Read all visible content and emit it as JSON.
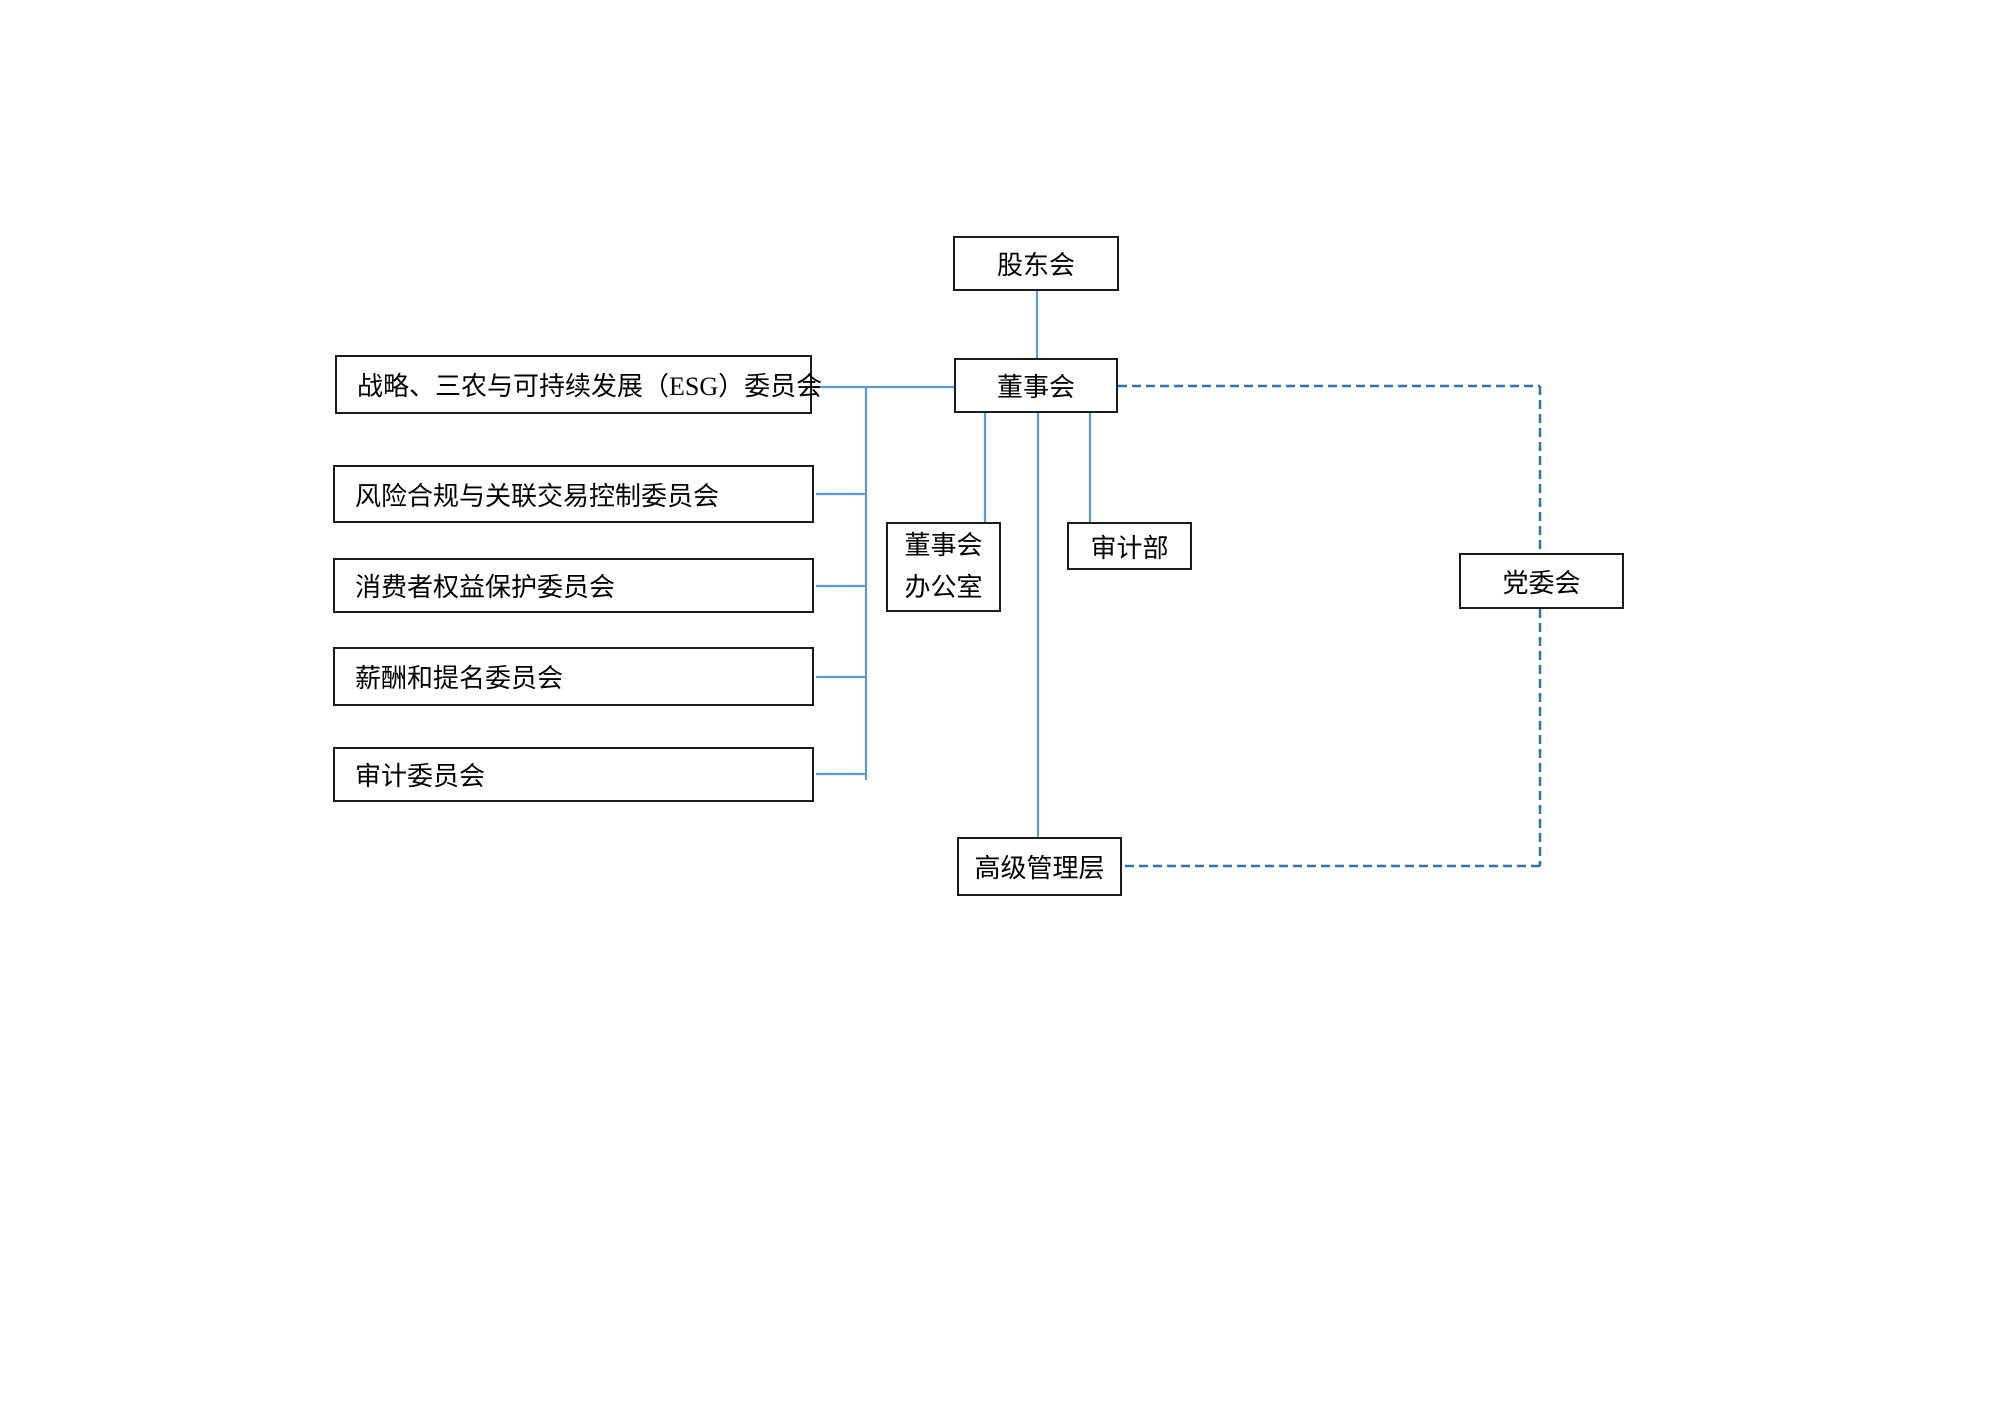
{
  "diagram_type": "org-chart",
  "colors": {
    "solid_line": "#5B9BD5",
    "dashed_line": "#2E75B6",
    "box_border": "#1c1c1c",
    "box_fill": "#ffffff",
    "text": "#000000",
    "background": "#ffffff"
  },
  "nodes": {
    "shareholders": {
      "label": "股东会"
    },
    "board": {
      "label": "董事会"
    },
    "committee_esg": {
      "label": "战略、三农与可持续发展（ESG）委员会"
    },
    "committee_risk": {
      "label": "风险合规与关联交易控制委员会"
    },
    "committee_consumer": {
      "label": "消费者权益保护委员会"
    },
    "committee_compensation": {
      "label": "薪酬和提名委员会"
    },
    "committee_audit": {
      "label": "审计委员会"
    },
    "board_office": {
      "label_line1": "董事会",
      "label_line2": "办公室"
    },
    "audit_dept": {
      "label": "审计部"
    },
    "party_committee": {
      "label": "党委会"
    },
    "senior_management": {
      "label": "高级管理层"
    }
  },
  "edges": [
    {
      "from": "股东会",
      "to": "董事会",
      "style": "solid"
    },
    {
      "from": "董事会",
      "to": "战略、三农与可持续发展（ESG）委员会",
      "style": "solid"
    },
    {
      "from": "董事会",
      "to": "风险合规与关联交易控制委员会",
      "style": "solid"
    },
    {
      "from": "董事会",
      "to": "消费者权益保护委员会",
      "style": "solid"
    },
    {
      "from": "董事会",
      "to": "薪酬和提名委员会",
      "style": "solid"
    },
    {
      "from": "董事会",
      "to": "审计委员会",
      "style": "solid"
    },
    {
      "from": "董事会",
      "to": "董事会办公室",
      "style": "solid"
    },
    {
      "from": "董事会",
      "to": "审计部",
      "style": "solid"
    },
    {
      "from": "董事会",
      "to": "高级管理层",
      "style": "solid"
    },
    {
      "from": "董事会",
      "to": "党委会",
      "style": "dashed"
    },
    {
      "from": "党委会",
      "to": "高级管理层",
      "style": "dashed"
    }
  ]
}
